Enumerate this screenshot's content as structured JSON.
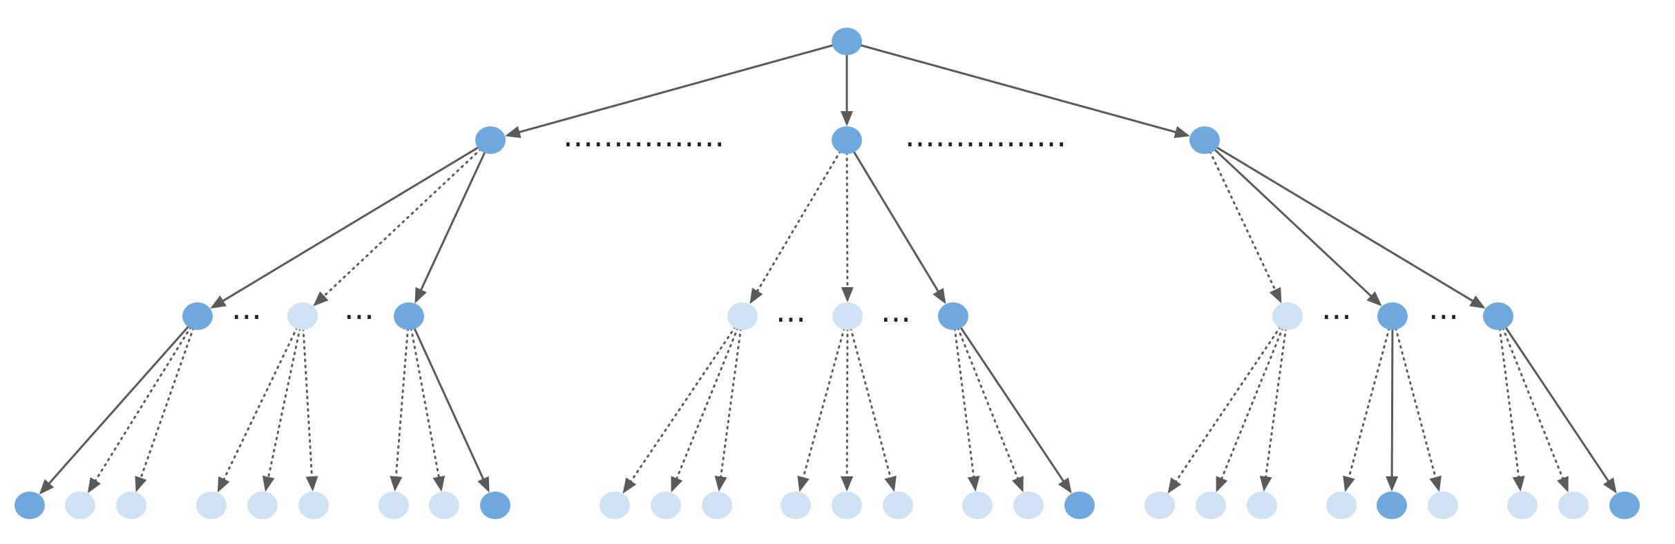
{
  "diagram": {
    "type": "tree",
    "colors": {
      "active_node": "#6fa8dc",
      "inactive_node": "#cfe2f3",
      "edge": "#5a5a5a"
    },
    "root": {
      "state": "active",
      "children": [
        {
          "state": "active",
          "edge": "solid",
          "children": [
            {
              "state": "active",
              "edge": "solid",
              "children": [
                {
                  "state": "active",
                  "edge": "solid"
                },
                {
                  "state": "inactive",
                  "edge": "dotted"
                },
                {
                  "state": "inactive",
                  "edge": "dotted"
                }
              ]
            },
            {
              "state": "inactive",
              "edge": "dotted",
              "children": [
                {
                  "state": "inactive",
                  "edge": "dotted"
                },
                {
                  "state": "inactive",
                  "edge": "dotted"
                },
                {
                  "state": "inactive",
                  "edge": "dotted"
                }
              ]
            },
            {
              "state": "active",
              "edge": "solid",
              "children": [
                {
                  "state": "inactive",
                  "edge": "dotted"
                },
                {
                  "state": "inactive",
                  "edge": "dotted"
                },
                {
                  "state": "active",
                  "edge": "solid"
                }
              ]
            }
          ]
        },
        {
          "state": "active",
          "edge": "solid",
          "children": [
            {
              "state": "inactive",
              "edge": "dotted",
              "children": [
                {
                  "state": "inactive",
                  "edge": "dotted"
                },
                {
                  "state": "inactive",
                  "edge": "dotted"
                },
                {
                  "state": "inactive",
                  "edge": "dotted"
                }
              ]
            },
            {
              "state": "inactive",
              "edge": "dotted",
              "children": [
                {
                  "state": "inactive",
                  "edge": "dotted"
                },
                {
                  "state": "inactive",
                  "edge": "dotted"
                },
                {
                  "state": "inactive",
                  "edge": "dotted"
                }
              ]
            },
            {
              "state": "active",
              "edge": "solid",
              "children": [
                {
                  "state": "inactive",
                  "edge": "dotted"
                },
                {
                  "state": "inactive",
                  "edge": "dotted"
                },
                {
                  "state": "active",
                  "edge": "solid"
                }
              ]
            }
          ]
        },
        {
          "state": "active",
          "edge": "solid",
          "children": [
            {
              "state": "inactive",
              "edge": "dotted",
              "children": [
                {
                  "state": "inactive",
                  "edge": "dotted"
                },
                {
                  "state": "inactive",
                  "edge": "dotted"
                },
                {
                  "state": "inactive",
                  "edge": "dotted"
                }
              ]
            },
            {
              "state": "active",
              "edge": "solid",
              "children": [
                {
                  "state": "inactive",
                  "edge": "dotted"
                },
                {
                  "state": "active",
                  "edge": "solid"
                },
                {
                  "state": "inactive",
                  "edge": "dotted"
                }
              ]
            },
            {
              "state": "active",
              "edge": "solid",
              "children": [
                {
                  "state": "inactive",
                  "edge": "dotted"
                },
                {
                  "state": "inactive",
                  "edge": "dotted"
                },
                {
                  "state": "active",
                  "edge": "solid"
                }
              ]
            }
          ]
        }
      ]
    }
  }
}
